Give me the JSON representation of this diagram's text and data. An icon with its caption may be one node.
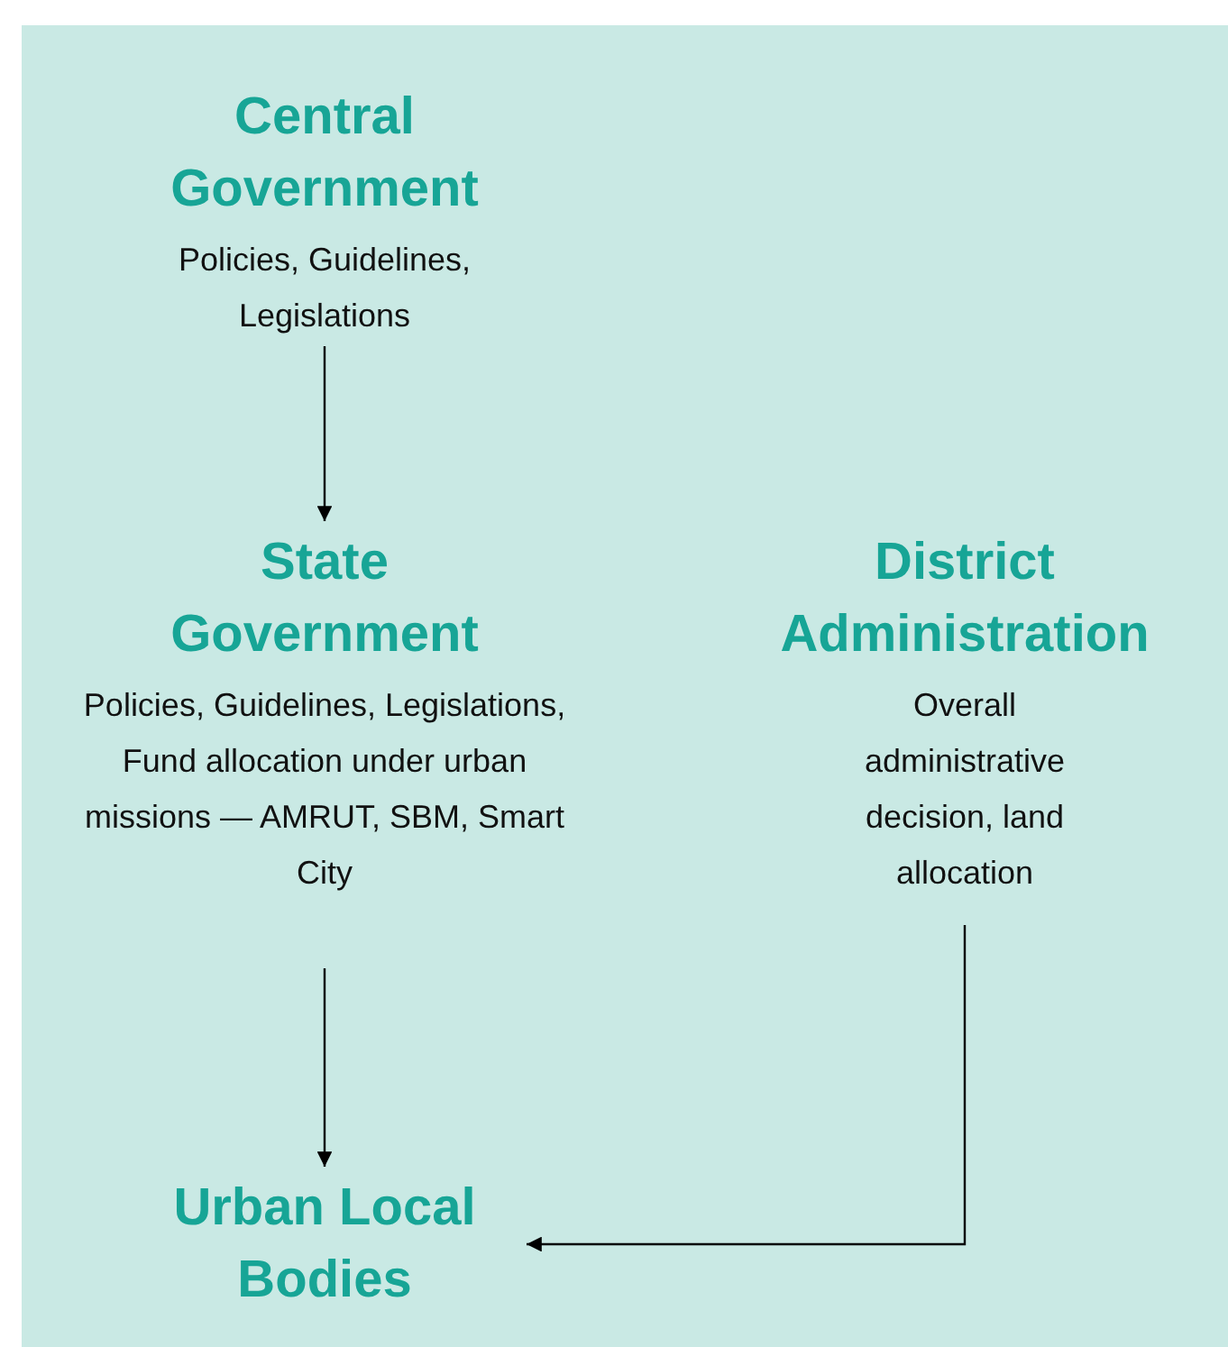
{
  "diagram": {
    "nodes": [
      {
        "text": [
          "Central Government",
          "Policies, Guidelines, Legislations"
        ]
      },
      {
        "text": [
          "State Government",
          "Policies, Guidelines, Legislations, Fund allocation under urban missions — AMRUT, SBM, Smart City"
        ]
      },
      {
        "text": [
          "District Administration",
          "Overall administrative decision, land allocation"
        ]
      },
      {
        "text": [
          "Urban Local Bodies"
        ]
      }
    ],
    "edges": [
      {
        "from": 0,
        "to": 1,
        "arrow": "to"
      },
      {
        "from": 1,
        "to": 3,
        "arrow": "to"
      },
      {
        "from": 2,
        "to": 3,
        "arrow": "to"
      }
    ]
  }
}
